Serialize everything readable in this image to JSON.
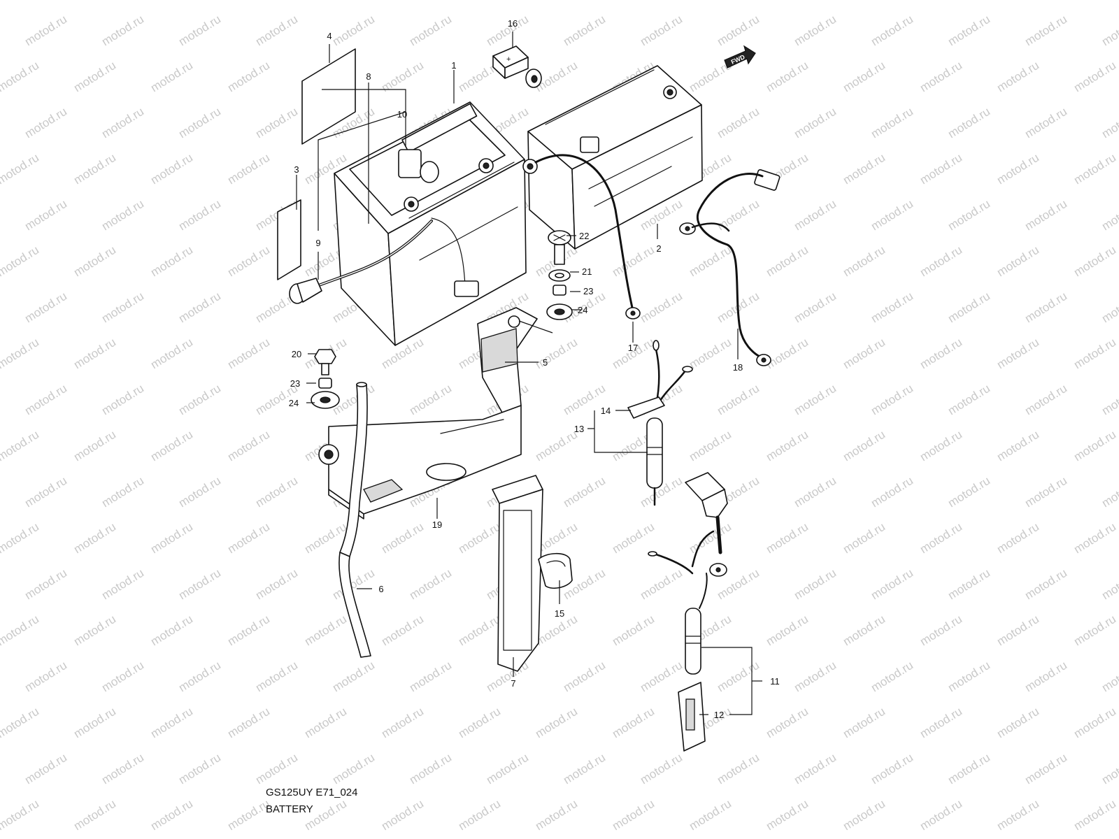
{
  "watermark": "motod.ru",
  "fwd_label": "FWD",
  "caption": {
    "model_code": "GS125UY E71_024",
    "title": "BATTERY"
  },
  "callouts": {
    "c1": "1",
    "c2": "2",
    "c3": "3",
    "c4": "4",
    "c5": "5",
    "c6": "6",
    "c7": "7",
    "c8": "8",
    "c9": "9",
    "c10": "10",
    "c11": "11",
    "c12": "12",
    "c13": "13",
    "c14": "14",
    "c15": "15",
    "c16": "16",
    "c17": "17",
    "c18": "18",
    "c19": "19",
    "c20": "20",
    "c21": "21",
    "c22": "22",
    "c23a": "23",
    "c23b": "23",
    "c24a": "24",
    "c24b": "24"
  }
}
